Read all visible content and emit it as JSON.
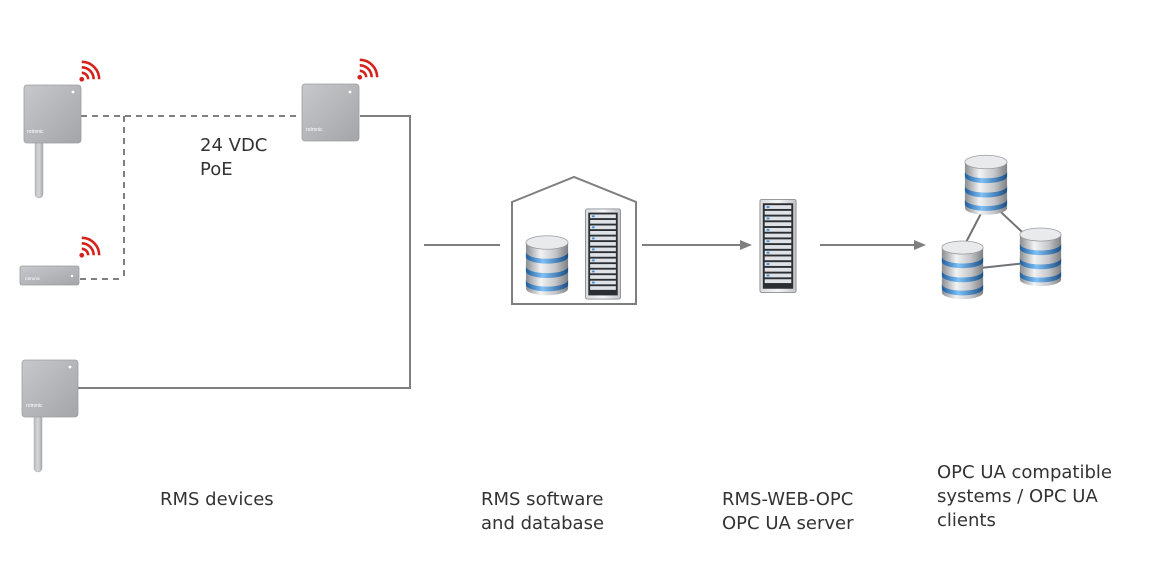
{
  "connection": {
    "line1": "24 VDC",
    "line2": "PoE"
  },
  "device_brand": "rotronic",
  "labels": {
    "devices": {
      "line1": "RMS devices"
    },
    "software": {
      "line1": "RMS software",
      "line2": "and database"
    },
    "server": {
      "line1": "RMS-WEB-OPC",
      "line2": "OPC UA server"
    },
    "clients": {
      "line1": "OPC UA compatible",
      "line2": "systems / OPC UA",
      "line3": "clients"
    }
  },
  "colors": {
    "line": "#7f7f7f",
    "device_body": "#aeb0b3",
    "wifi": "#d6221d",
    "db_ring": "#4a8fd4",
    "text": "#333333"
  }
}
